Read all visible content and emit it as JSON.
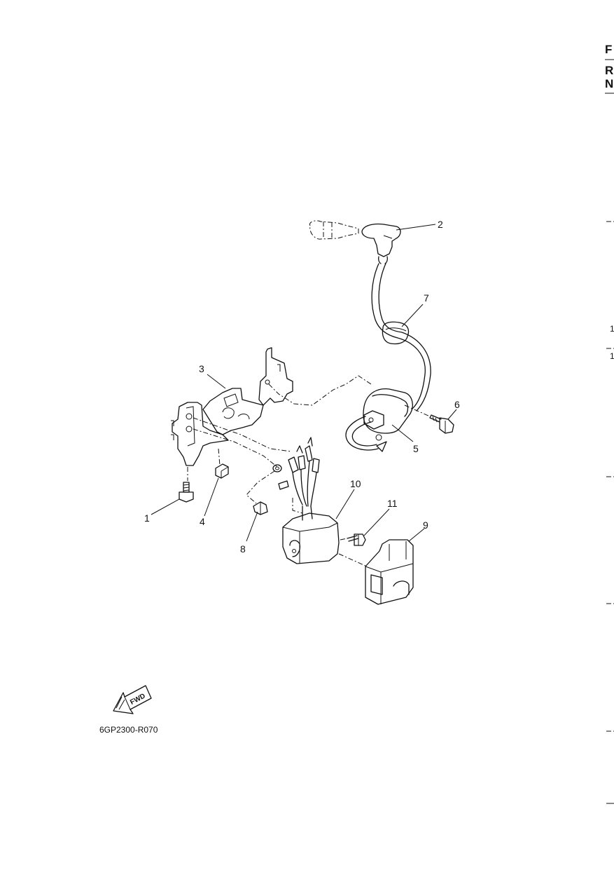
{
  "callouts": [
    {
      "id": "1",
      "label": "1"
    },
    {
      "id": "2",
      "label": "2"
    },
    {
      "id": "3",
      "label": "3"
    },
    {
      "id": "4",
      "label": "4"
    },
    {
      "id": "5",
      "label": "5"
    },
    {
      "id": "6",
      "label": "6"
    },
    {
      "id": "7",
      "label": "7"
    },
    {
      "id": "8",
      "label": "8"
    },
    {
      "id": "9",
      "label": "9"
    },
    {
      "id": "10",
      "label": "10"
    },
    {
      "id": "11",
      "label": "11"
    }
  ],
  "fwd_badge": "FWD",
  "figure_code": "6GP2300-R070",
  "right_edge": {
    "letters": [
      "F",
      "R",
      "N"
    ],
    "marks": [
      "1",
      "1"
    ]
  }
}
